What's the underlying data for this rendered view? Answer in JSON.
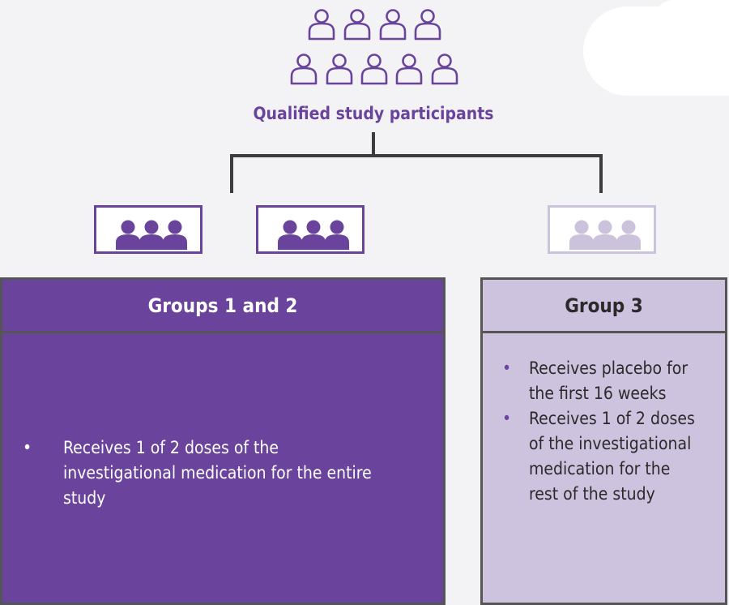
{
  "diagram": {
    "title": "Qualified study participants",
    "colors": {
      "purple": "#6a449c",
      "lavender": "#cdc3df",
      "connector": "#3c3c3c",
      "border": "#555555"
    },
    "participant_icons_count": 9,
    "groups": [
      {
        "title": "Groups 1 and 2",
        "icon_boxes": 2,
        "bullets": [
          "Receives 1 of 2 doses of the investigational medication for the entire study"
        ]
      },
      {
        "title": "Group 3",
        "icon_boxes": 1,
        "bullets": [
          "Receives placebo for the first 16 weeks",
          "Receives 1 of 2 doses of the investigational medication for the rest of the study"
        ]
      }
    ]
  }
}
